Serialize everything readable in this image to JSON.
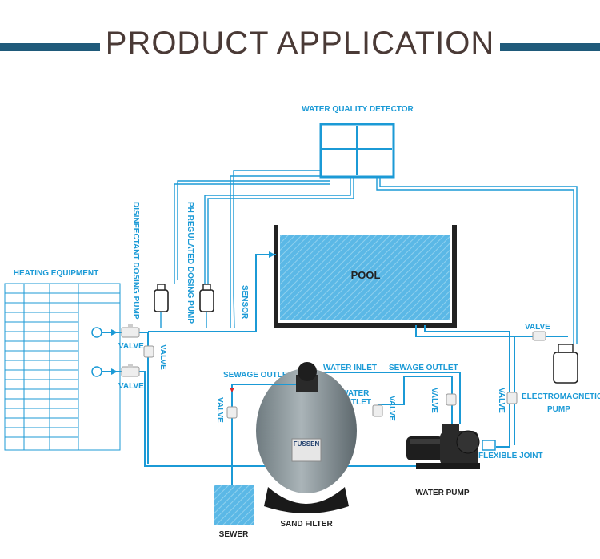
{
  "title": "PRODUCT APPLICATION",
  "labels": {
    "water_quality_detector": "WATER QUALITY DETECTOR",
    "disinfectant_dosing_pump": "DISINFECTANT DOSING PUMP",
    "ph_regulated_dosing_pump": "PH REGULATED DOSING PUMP",
    "sensor": "SENSOR",
    "pool": "POOL",
    "heating_equipment": "HEATING EQUIPMENT",
    "valve": "VALVE",
    "sewage_outlet": "SEWAGE OUTLET",
    "water_inlet": "WATER INLET",
    "water_outlet_1": "WATER",
    "water_outlet_2": "OUTLET",
    "electromagnetic_pump_1": "ELECTROMAGNETIC",
    "electromagnetic_pump_2": "PUMP",
    "flexible_joint": "FLEXIBLE JOINT",
    "water_pump": "WATER PUMP",
    "sand_filter": "SAND FILTER",
    "sewer": "SEWER",
    "brand": "FUSSEN"
  },
  "colors": {
    "pipe": "#1b9ad6",
    "title_bar": "#1f5a7a",
    "title_text": "#4a3a36",
    "water": "#5bb8e6",
    "tank": "#222222"
  }
}
